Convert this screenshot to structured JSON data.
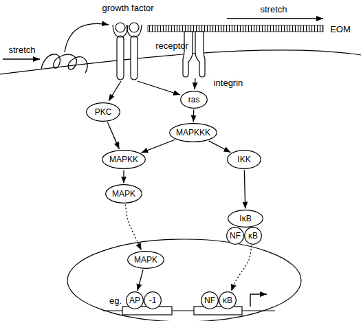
{
  "diagram": {
    "nodes": [
      {
        "text": [
          "PKC"
        ]
      },
      {
        "text": [
          "ras"
        ]
      },
      {
        "text": [
          "MAPKKK"
        ]
      },
      {
        "text": [
          "MAPKK"
        ]
      },
      {
        "text": [
          "IKK"
        ]
      },
      {
        "text": [
          "MAPK"
        ]
      },
      {
        "text": [
          "IκB"
        ]
      },
      {
        "text": [
          "NF"
        ]
      },
      {
        "text": [
          "κB"
        ]
      },
      {
        "text": [
          "MAPK"
        ]
      },
      {
        "text": [
          "AP"
        ]
      },
      {
        "text": [
          "-1"
        ]
      },
      {
        "text": [
          "NF"
        ]
      },
      {
        "text": [
          "κB"
        ]
      }
    ],
    "edges": [
      {
        "from": 0,
        "to": 3,
        "arrow": "to"
      },
      {
        "from": 1,
        "to": 2,
        "arrow": "to"
      },
      {
        "from": 2,
        "to": 3,
        "arrow": "to"
      },
      {
        "from": 2,
        "to": 4,
        "arrow": "to"
      },
      {
        "from": 3,
        "to": 5,
        "arrow": "to"
      },
      {
        "from": 4,
        "to": 6,
        "arrow": "to"
      },
      {
        "from": 5,
        "to": 9,
        "arrow": "to"
      },
      {
        "from": 8,
        "to": 13,
        "arrow": "to"
      },
      {
        "from": 9,
        "to": 10,
        "arrow": "to"
      }
    ],
    "labels": [
      "growth factor",
      "stretch",
      "EOM",
      "stretch",
      "receptor",
      "integrin",
      "eg."
    ]
  }
}
